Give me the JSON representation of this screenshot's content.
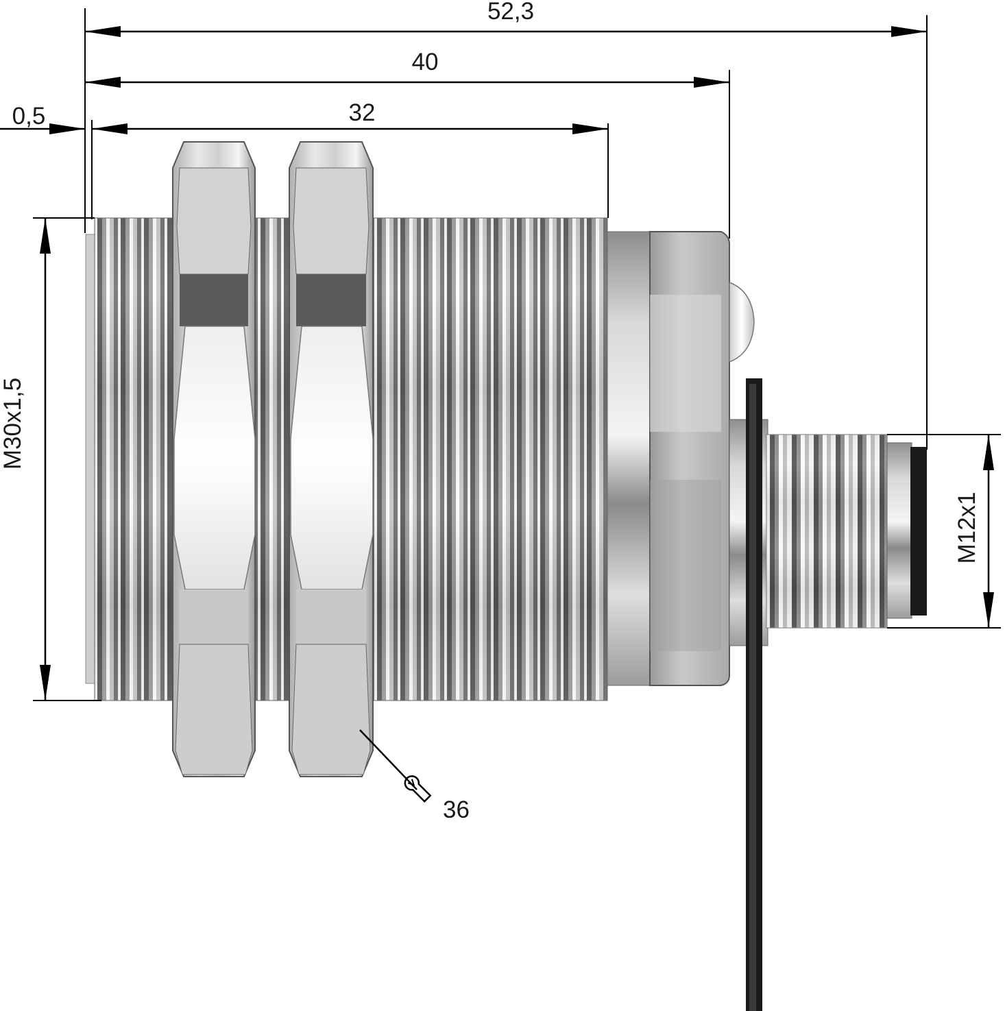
{
  "drawing": {
    "dimensions": {
      "overall_length": "52,3",
      "body_length": "40",
      "thread_length": "32",
      "offset": "0,5",
      "body_thread": "M30x1,5",
      "connector_thread": "M12x1",
      "wrench_size": "36"
    }
  }
}
